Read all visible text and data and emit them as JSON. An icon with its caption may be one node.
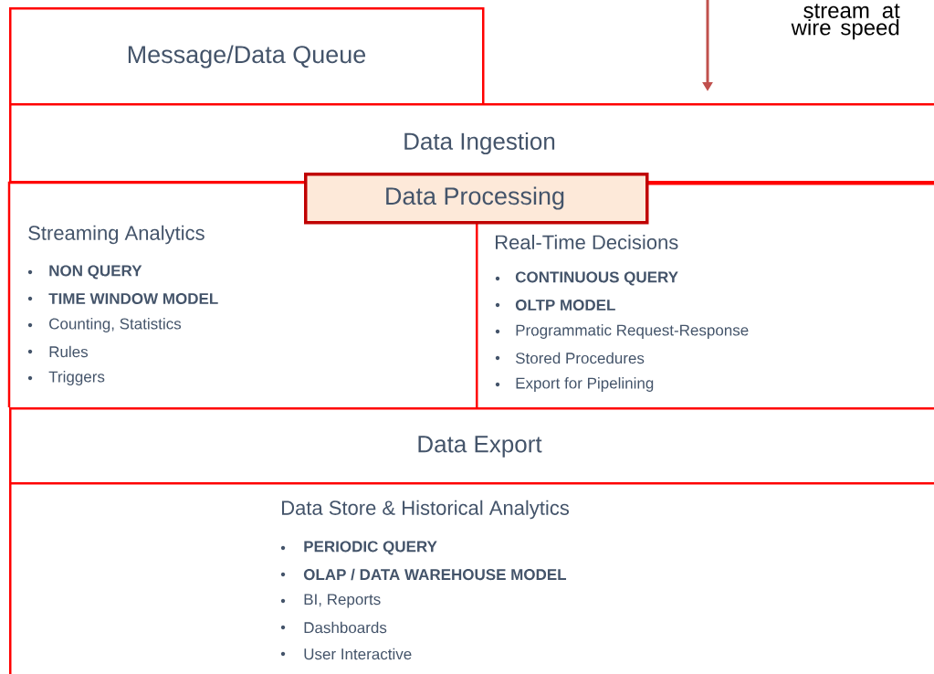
{
  "diagram": {
    "nodes": [
      {
        "text": [
          "Message/Data Queue"
        ]
      },
      {
        "text": [
          "Data Ingestion"
        ]
      },
      {
        "text": [
          "Data Processing"
        ]
      },
      {
        "text": [
          "Streaming Analytics",
          "NON QUERY",
          "TIME WINDOW MODEL",
          "Counting, Statistics",
          "Rules",
          "Triggers"
        ]
      },
      {
        "text": [
          "Real-Time Decisions",
          "CONTINUOUS QUERY",
          "OLTP MODEL",
          "Programmatic Request-Response",
          "Stored Procedures",
          "Export for Pipelining"
        ]
      },
      {
        "text": [
          "Data Export"
        ]
      },
      {
        "text": [
          "Data Store & Historical Analytics",
          "PERIODIC QUERY",
          "OLAP / DATA WAREHOUSE MODEL",
          "BI, Reports",
          "Dashboards",
          "User Interactive"
        ]
      }
    ],
    "edges": [
      {
        "from": null,
        "to": 1,
        "arrow": "to",
        "color": "#c0504d"
      }
    ],
    "labels": [
      "stream at wire speed"
    ]
  }
}
